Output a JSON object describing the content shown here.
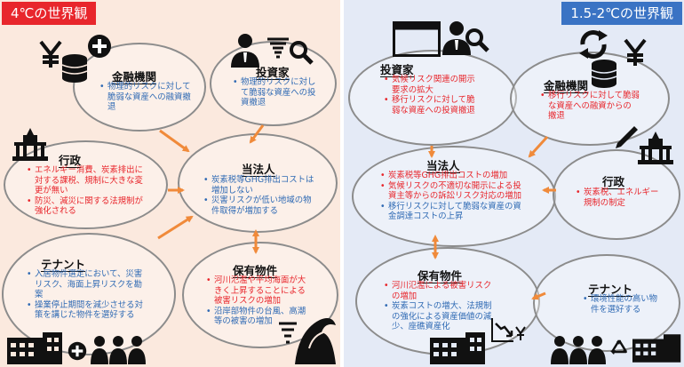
{
  "header_left": "4℃の世界観",
  "header_right": "1.5-2℃の世界観",
  "left": {
    "finance": {
      "title": "金融機関",
      "points": [
        {
          "text": "物理的リスクに対して脆弱な資産への融資撤退",
          "color": "blue"
        }
      ]
    },
    "investor": {
      "title": "投資家",
      "points": [
        {
          "text": "物理的リスクに対して脆弱な資産への投資撤退",
          "color": "blue"
        }
      ]
    },
    "gov": {
      "title": "行政",
      "points": [
        {
          "text": "エネルギー消費、炭素排出に対する課税、規制に大きな変更が無い",
          "color": "red"
        },
        {
          "text": "防災、減災に関する法規制が強化される",
          "color": "red"
        }
      ]
    },
    "corp": {
      "title": "当法人",
      "points": [
        {
          "text": "炭素税等GHG排出コストは増加しない",
          "color": "blue"
        },
        {
          "text": "災害リスクが低い地域の物件取得が増加する",
          "color": "blue"
        }
      ]
    },
    "tenant": {
      "title": "テナント",
      "points": [
        {
          "text": "入居物件選定において、災害リスク、海面上昇リスクを勘案",
          "color": "blue"
        },
        {
          "text": "操業停止期間を減少させる対策を講じた物件を選好する",
          "color": "blue"
        }
      ]
    },
    "assets": {
      "title": "保有物件",
      "points": [
        {
          "text": "河川氾濫や平均海面が大きく上昇することによる被害リスクの増加",
          "color": "red"
        },
        {
          "text": "沿岸部物件の台風、高潮等の被害の増加",
          "color": "blue"
        }
      ]
    }
  },
  "right": {
    "investor": {
      "title": "投資家",
      "points": [
        {
          "text": "気候リスク関連の開示要求の拡大",
          "color": "red"
        },
        {
          "text": "移行リスクに対して脆弱な資産への投資撤退",
          "color": "red"
        }
      ]
    },
    "finance": {
      "title": "金融機関",
      "points": [
        {
          "text": "移行リスクに対して脆弱な資産への融資からの撤退",
          "color": "red"
        }
      ]
    },
    "corp": {
      "title": "当法人",
      "points": [
        {
          "text": "炭素税等GHG排出コストの増加",
          "color": "red"
        },
        {
          "text": "気候リスクの不適切な開示による投資主等からの訴訟リスク対応の増加",
          "color": "red"
        },
        {
          "text": "移行リスクに対して脆弱な資産の資金調達コストの上昇",
          "color": "blue"
        }
      ]
    },
    "gov": {
      "title": "行政",
      "points": [
        {
          "text": "炭素税、エネルギー規制の制定",
          "color": "red"
        }
      ]
    },
    "assets": {
      "title": "保有物件",
      "points": [
        {
          "text": "河川氾濫による被害リスクの増加",
          "color": "red"
        },
        {
          "text": "炭素コストの増大、法規制の強化による資産価値の減少、座礁資産化",
          "color": "blue"
        }
      ]
    },
    "tenant": {
      "title": "テナント",
      "points": [
        {
          "text": "環境性能の高い物件を選好する",
          "color": "blue"
        }
      ]
    }
  },
  "icons": [
    "yen-icon",
    "coins-icon",
    "plus-circle-icon",
    "investor-person-icon",
    "tornado-icon",
    "magnifier-icon",
    "government-building-icon",
    "buildings-icon",
    "people-icon",
    "wave-icon",
    "browser-window-icon",
    "refresh-cycle-icon",
    "pen-icon",
    "falling-chart-yen-icon",
    "recycle-icon"
  ],
  "colors": {
    "red": "#e8262c",
    "blue": "#2f6ab4",
    "arrow": "#f08a3a",
    "left_bg": "#fbe9de",
    "right_bg": "#e4eaf6"
  }
}
